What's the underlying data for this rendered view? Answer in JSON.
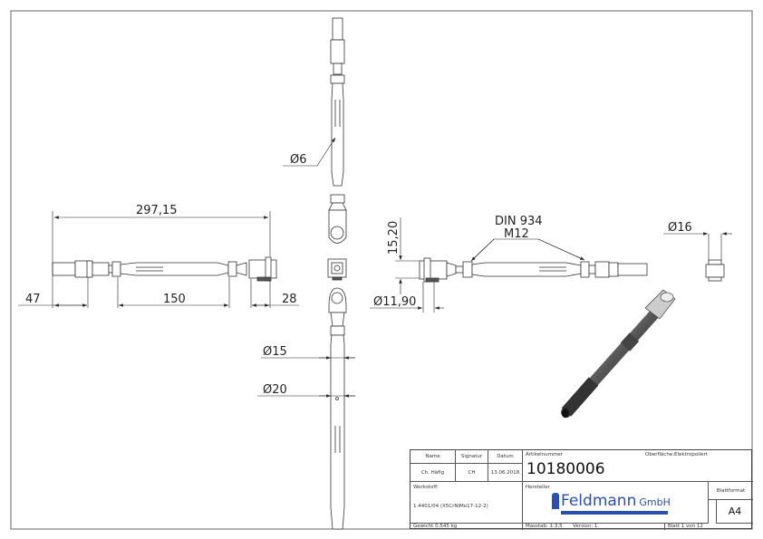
{
  "drawing": {
    "dimensions": {
      "overall_length": "297,15",
      "left_end": "47",
      "middle": "150",
      "right_end": "28",
      "hole_dia": "Ø6",
      "dia_15": "Ø15",
      "dia_20": "Ø20",
      "height": "15,20",
      "clevis_dia": "Ø11,90",
      "nut_line1": "DIN 934",
      "nut_line2": "M12",
      "end_dia": "Ø16"
    },
    "line_color": "#333333"
  },
  "title_block": {
    "name_label": "Name",
    "signature_label": "Signatur",
    "date_label": "Datum",
    "name_value": "Ch. Häfig",
    "signature_value": "CH",
    "date_value": "13.06.2018",
    "article_label": "Artikelnummer",
    "article_number": "10180006",
    "surface_label": "Oberfläche:",
    "surface_value": "Elektropoliert",
    "material_label": "Werkstoff:",
    "material_value": "1.4401/04 (X5CrNiMo17-12-2)",
    "manufacturer_label": "Hersteller",
    "logo_name": "Feldmann",
    "logo_suffix": "GmbH",
    "sheet_format_label": "Blattformat",
    "sheet_format_value": "A4",
    "weight": "Gewicht 0,545 kg",
    "scale": "Masstab: 1:3,5",
    "version": "Version:   1",
    "sheet": "Blatt 1 von 12",
    "brand_color": "#2a4fb0"
  }
}
